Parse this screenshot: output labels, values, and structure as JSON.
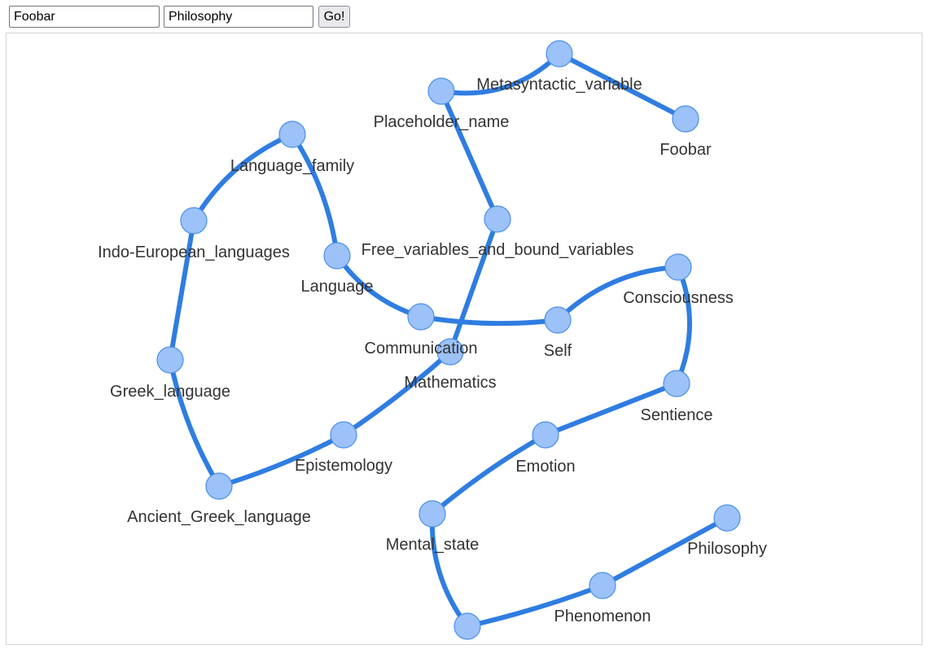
{
  "search": {
    "start_value": "Foobar",
    "target_value": "Philosophy",
    "go_label": "Go!"
  },
  "graph": {
    "colors": {
      "edge": "#2f7de1",
      "node_fill": "#9cc2f9",
      "node_stroke": "#4a8fe8",
      "label": "#333333"
    },
    "nodes": [
      {
        "id": "foobar",
        "label": "Foobar"
      },
      {
        "id": "metasyntactic",
        "label": "Metasyntactic_variable"
      },
      {
        "id": "placeholder",
        "label": "Placeholder_name"
      },
      {
        "id": "freevars",
        "label": "Free_variables_and_bound_variables"
      },
      {
        "id": "mathematics",
        "label": "Mathematics"
      },
      {
        "id": "epistemology",
        "label": "Epistemology"
      },
      {
        "id": "ancientgreek",
        "label": "Ancient_Greek_language"
      },
      {
        "id": "greek",
        "label": "Greek_language"
      },
      {
        "id": "indoeuropean",
        "label": "Indo-European_languages"
      },
      {
        "id": "langfamily",
        "label": "Language_family"
      },
      {
        "id": "language",
        "label": "Language"
      },
      {
        "id": "communication",
        "label": "Communication"
      },
      {
        "id": "self",
        "label": "Self"
      },
      {
        "id": "consciousness",
        "label": "Consciousness"
      },
      {
        "id": "sentience",
        "label": "Sentience"
      },
      {
        "id": "emotion",
        "label": "Emotion"
      },
      {
        "id": "mentalstate",
        "label": "Mental_state"
      },
      {
        "id": "phenomenon_unlabeled",
        "label": ""
      },
      {
        "id": "phenomenon",
        "label": "Phenomenon"
      },
      {
        "id": "philosophy",
        "label": "Philosophy"
      }
    ],
    "edges": [
      [
        "foobar",
        "metasyntactic"
      ],
      [
        "metasyntactic",
        "placeholder"
      ],
      [
        "placeholder",
        "freevars"
      ],
      [
        "freevars",
        "mathematics"
      ],
      [
        "mathematics",
        "epistemology"
      ],
      [
        "epistemology",
        "ancientgreek"
      ],
      [
        "ancientgreek",
        "greek"
      ],
      [
        "greek",
        "indoeuropean"
      ],
      [
        "indoeuropean",
        "langfamily"
      ],
      [
        "langfamily",
        "language"
      ],
      [
        "language",
        "communication"
      ],
      [
        "communication",
        "self"
      ],
      [
        "self",
        "consciousness"
      ],
      [
        "consciousness",
        "sentience"
      ],
      [
        "sentience",
        "emotion"
      ],
      [
        "emotion",
        "mentalstate"
      ],
      [
        "mentalstate",
        "phenomenon_unlabeled"
      ],
      [
        "phenomenon_unlabeled",
        "phenomenon"
      ],
      [
        "phenomenon",
        "philosophy"
      ]
    ]
  }
}
